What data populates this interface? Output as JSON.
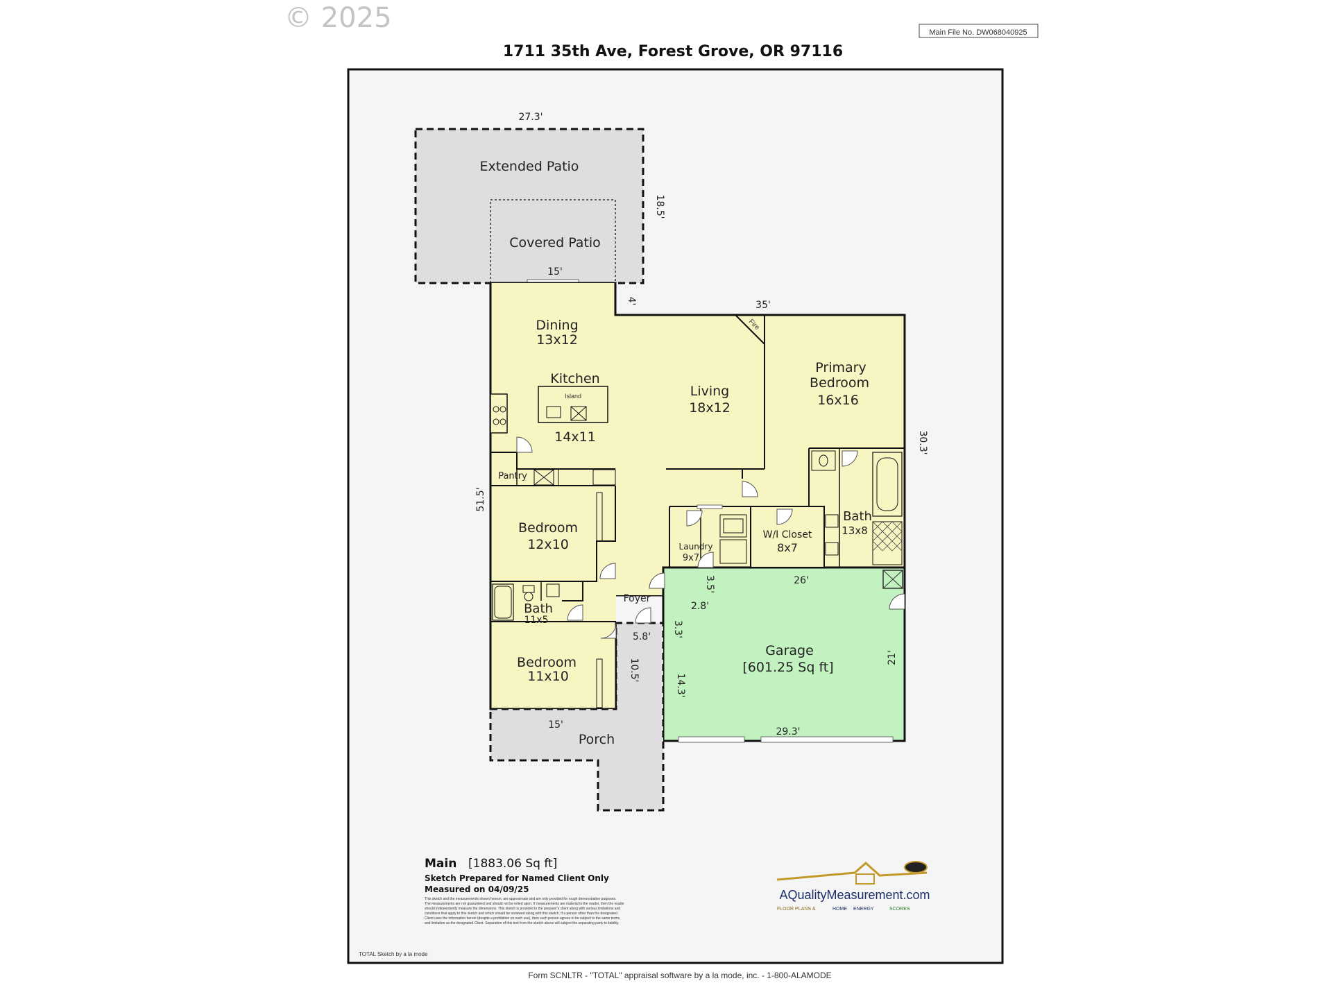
{
  "header": {
    "copyright": "© 2025",
    "main_file": "Main File No. DW068040925",
    "address": "1711 35th Ave, Forest Grove, OR 97116"
  },
  "rooms": {
    "extended_patio": "Extended Patio",
    "covered_patio": "Covered Patio",
    "dining": "Dining",
    "dining_size": "13x12",
    "kitchen": "Kitchen",
    "kitchen_size": "14x11",
    "island": "Island",
    "living": "Living",
    "living_size": "18x12",
    "fire": "Fire",
    "primary_1": "Primary",
    "primary_2": "Bedroom",
    "primary_size": "16x16",
    "pantry": "Pantry",
    "bedroom_a": "Bedroom",
    "bedroom_a_size": "12x10",
    "laundry": "Laundry",
    "laundry_size": "9x7",
    "wi_closet": "W/I Closet",
    "wi_closet_size": "8x7",
    "bath_primary": "Bath",
    "bath_primary_size": "13x8",
    "foyer": "Foyer",
    "bath_b": "Bath",
    "bath_b_size": "11x5",
    "bedroom_b": "Bedroom",
    "bedroom_b_size": "11x10",
    "garage": "Garage",
    "garage_size": "[601.25 Sq ft]",
    "porch": "Porch"
  },
  "dimensions": {
    "d_273": "27.3'",
    "d_185": "18.5'",
    "d_15_top": "15'",
    "d_4": "4'",
    "d_35": "35'",
    "d_303": "30.3'",
    "d_515": "51.5'",
    "d_26": "26'",
    "d_35b": "3.5'",
    "d_28": "2.8'",
    "d_33": "3.3'",
    "d_58": "5.8'",
    "d_105": "10.5'",
    "d_143": "14.3'",
    "d_21": "21'",
    "d_15_bot": "15'",
    "d_293": "29.3'"
  },
  "summary": {
    "title": "Main",
    "area": "[1883.06 Sq ft]",
    "prepared": "Sketch Prepared for Named Client Only",
    "measured": "Measured on 04/09/25",
    "disclaimer_1": "This sketch and the measurements shown hereon, are approximate and are only provided for rough demonstrative purposes.",
    "disclaimer_2": "The measurements are not guaranteed and should not be relied upon. If measurements are material to the reader, then the reader",
    "disclaimer_3": "should independently measure the dimensions. This sketch is provided to the preparer's client along with various limitations and",
    "disclaimer_4": "conditions that apply to this sketch and which should be reviewed along with this sketch. If a person other than the designated",
    "disclaimer_5": "Client uses the information herein (despite a prohibition on such use), then such person agrees to be subject to the same terms",
    "disclaimer_6": "and limitation as the designated Client. Separation of this text from the sketch above will subject the separating party to liability."
  },
  "logo": {
    "name": "AQualityMeasurement.com",
    "tag_1": "FLOOR PLANS &",
    "tag_2": "HOME",
    "tag_3": "ENERGY",
    "tag_4": "SCORES"
  },
  "footer": {
    "software_note": "TOTAL Sketch by a la mode",
    "form_line": "Form SCNLTR - \"TOTAL\" appraisal software by a la mode, inc. - 1-800-ALAMODE"
  },
  "colors": {
    "living_fill": "#f7f5c2",
    "garage_fill": "#c2f2c0",
    "patio_fill": "#dedede",
    "frame_bg": "#f5f5f5"
  }
}
